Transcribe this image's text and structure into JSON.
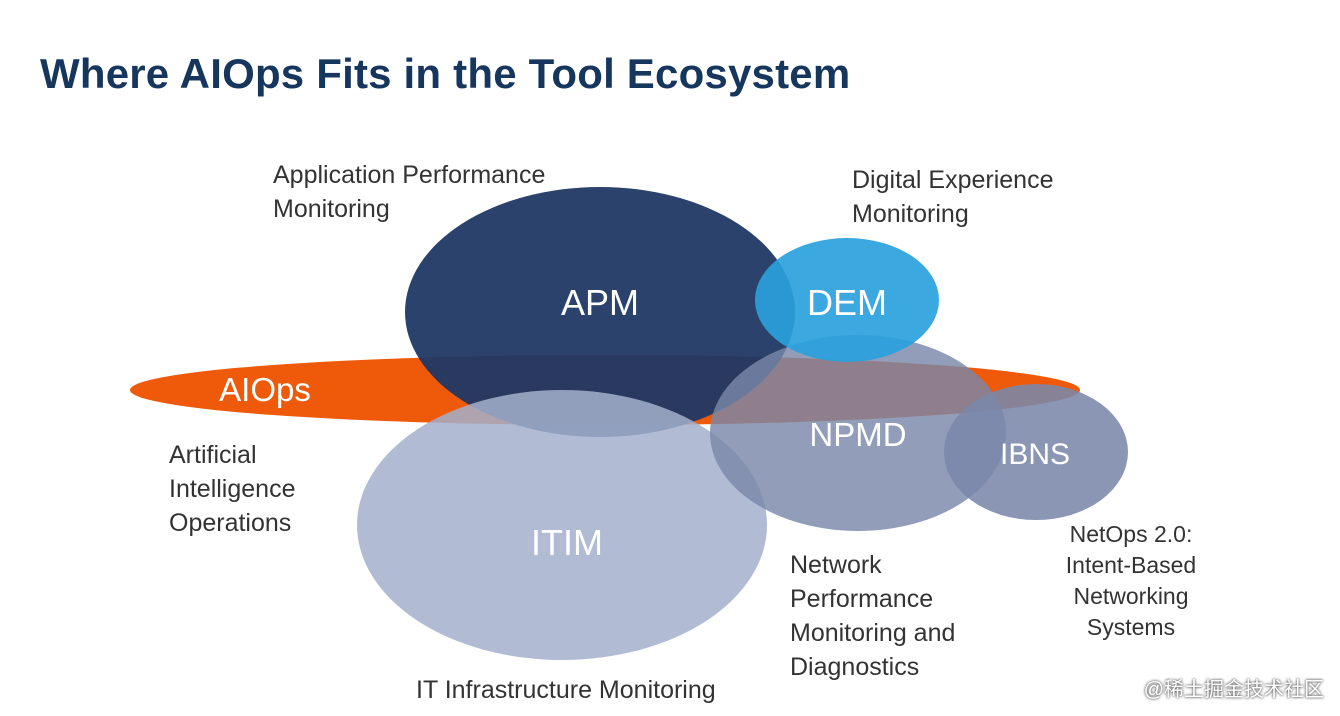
{
  "title": "Where AIOps Fits in the Tool Ecosystem",
  "colors": {
    "title": "#17365d",
    "aiops": "#ef5a0a",
    "apm": "#1f3864",
    "dem": "#2aa1dc",
    "npmd": "#7a87aa",
    "ibns": "#7a87aa",
    "itim": "#a3b0cc",
    "caption_text": "#333333"
  },
  "ellipses": {
    "aiops": "AIOps",
    "apm": "APM",
    "dem": "DEM",
    "npmd": "NPMD",
    "ibns": "IBNS",
    "itim": "ITIM"
  },
  "captions": {
    "apm": [
      "Application Performance",
      "Monitoring"
    ],
    "dem": [
      "Digital Experience",
      "Monitoring"
    ],
    "aiops": [
      "Artificial",
      "Intelligence",
      "Operations"
    ],
    "npmd": [
      "Network",
      "Performance",
      "Monitoring and",
      "Diagnostics"
    ],
    "ibns": [
      "NetOps 2.0:",
      "Intent-Based",
      "Networking",
      "Systems"
    ],
    "itim": [
      "IT Infrastructure Monitoring"
    ]
  },
  "watermark": "@稀土掘金技术社区"
}
